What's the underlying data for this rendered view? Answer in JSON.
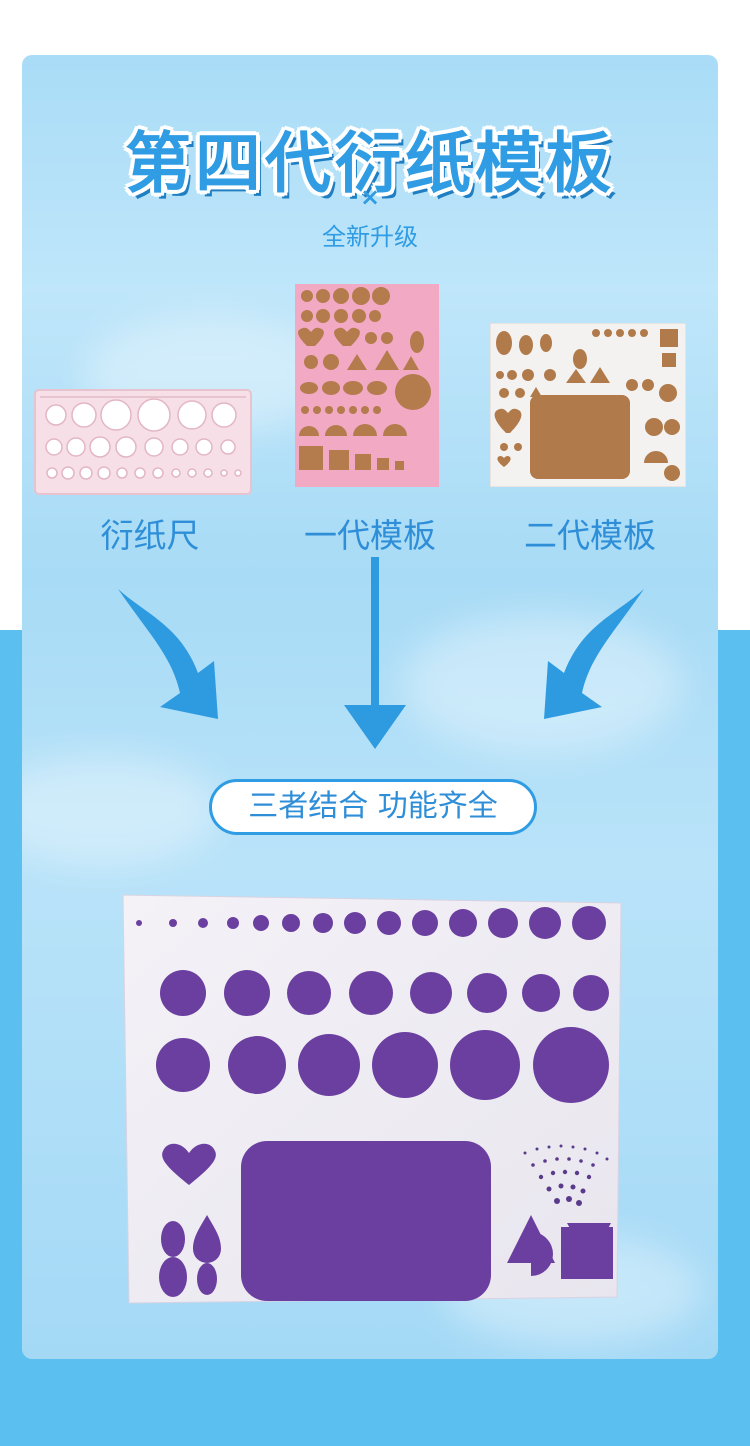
{
  "header": {
    "title": "第四代衍纸模板",
    "cross": "×",
    "subtitle": "全新升级"
  },
  "products": [
    {
      "label": "衍纸尺"
    },
    {
      "label": "一代模板"
    },
    {
      "label": "二代模板"
    }
  ],
  "slogan": "三者结合 功能齐全",
  "colors": {
    "accent": "#2f9ce3",
    "background_band": "#5bc0ef",
    "purple_template": "#6a3fa0",
    "cork": "#b07a4a",
    "pink_template": "#f1a7c2"
  }
}
